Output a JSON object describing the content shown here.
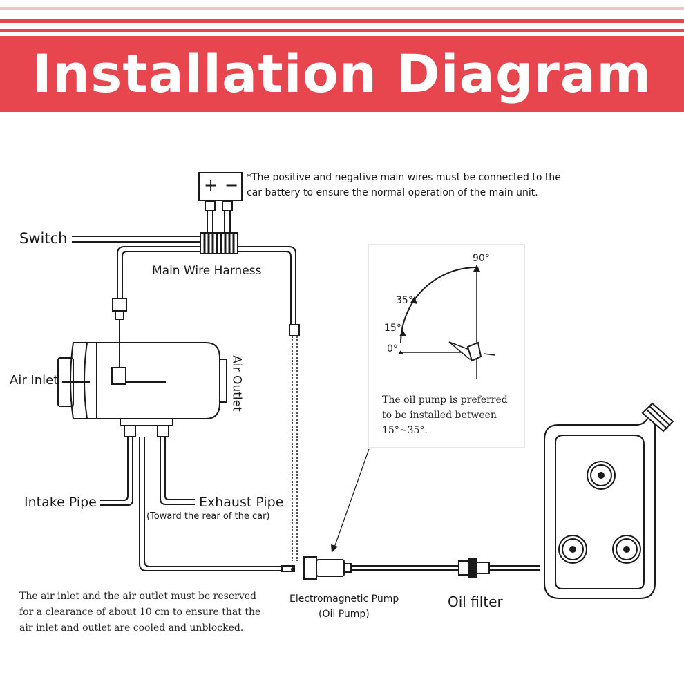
{
  "title": "Installation Diagram",
  "colors": {
    "banner": "#e8464f",
    "line": "#1a1a1a"
  },
  "battery": {
    "plus_symbol": "+",
    "minus_symbol": "−",
    "note_line1": "*The positive and negative main wires must be connected to the",
    "note_line2": "car battery to ensure the normal operation of the main unit."
  },
  "labels": {
    "switch": "Switch",
    "main_wire_harness": "Main Wire Harness",
    "air_inlet": "Air Inlet",
    "air_outlet": "Air Outlet",
    "intake_pipe": "Intake Pipe",
    "exhaust_pipe": "Exhaust Pipe",
    "exhaust_note": "(Toward the rear of the car)",
    "pump_line1": "Electromagnetic Pump",
    "pump_line2": "(Oil Pump)",
    "oil_filter": "Oil filter"
  },
  "inset": {
    "angle_90": "90°",
    "angle_35": "35°",
    "angle_15": "15°",
    "angle_0": "0°",
    "note": "The oil pump is preferred to be installed between 15°~35°."
  },
  "clearance_note": {
    "line1": "The air inlet and the air outlet must be reserved",
    "line2": "for a clearance of about 10 cm to ensure that the",
    "line3": "air inlet and outlet are cooled and unblocked."
  }
}
